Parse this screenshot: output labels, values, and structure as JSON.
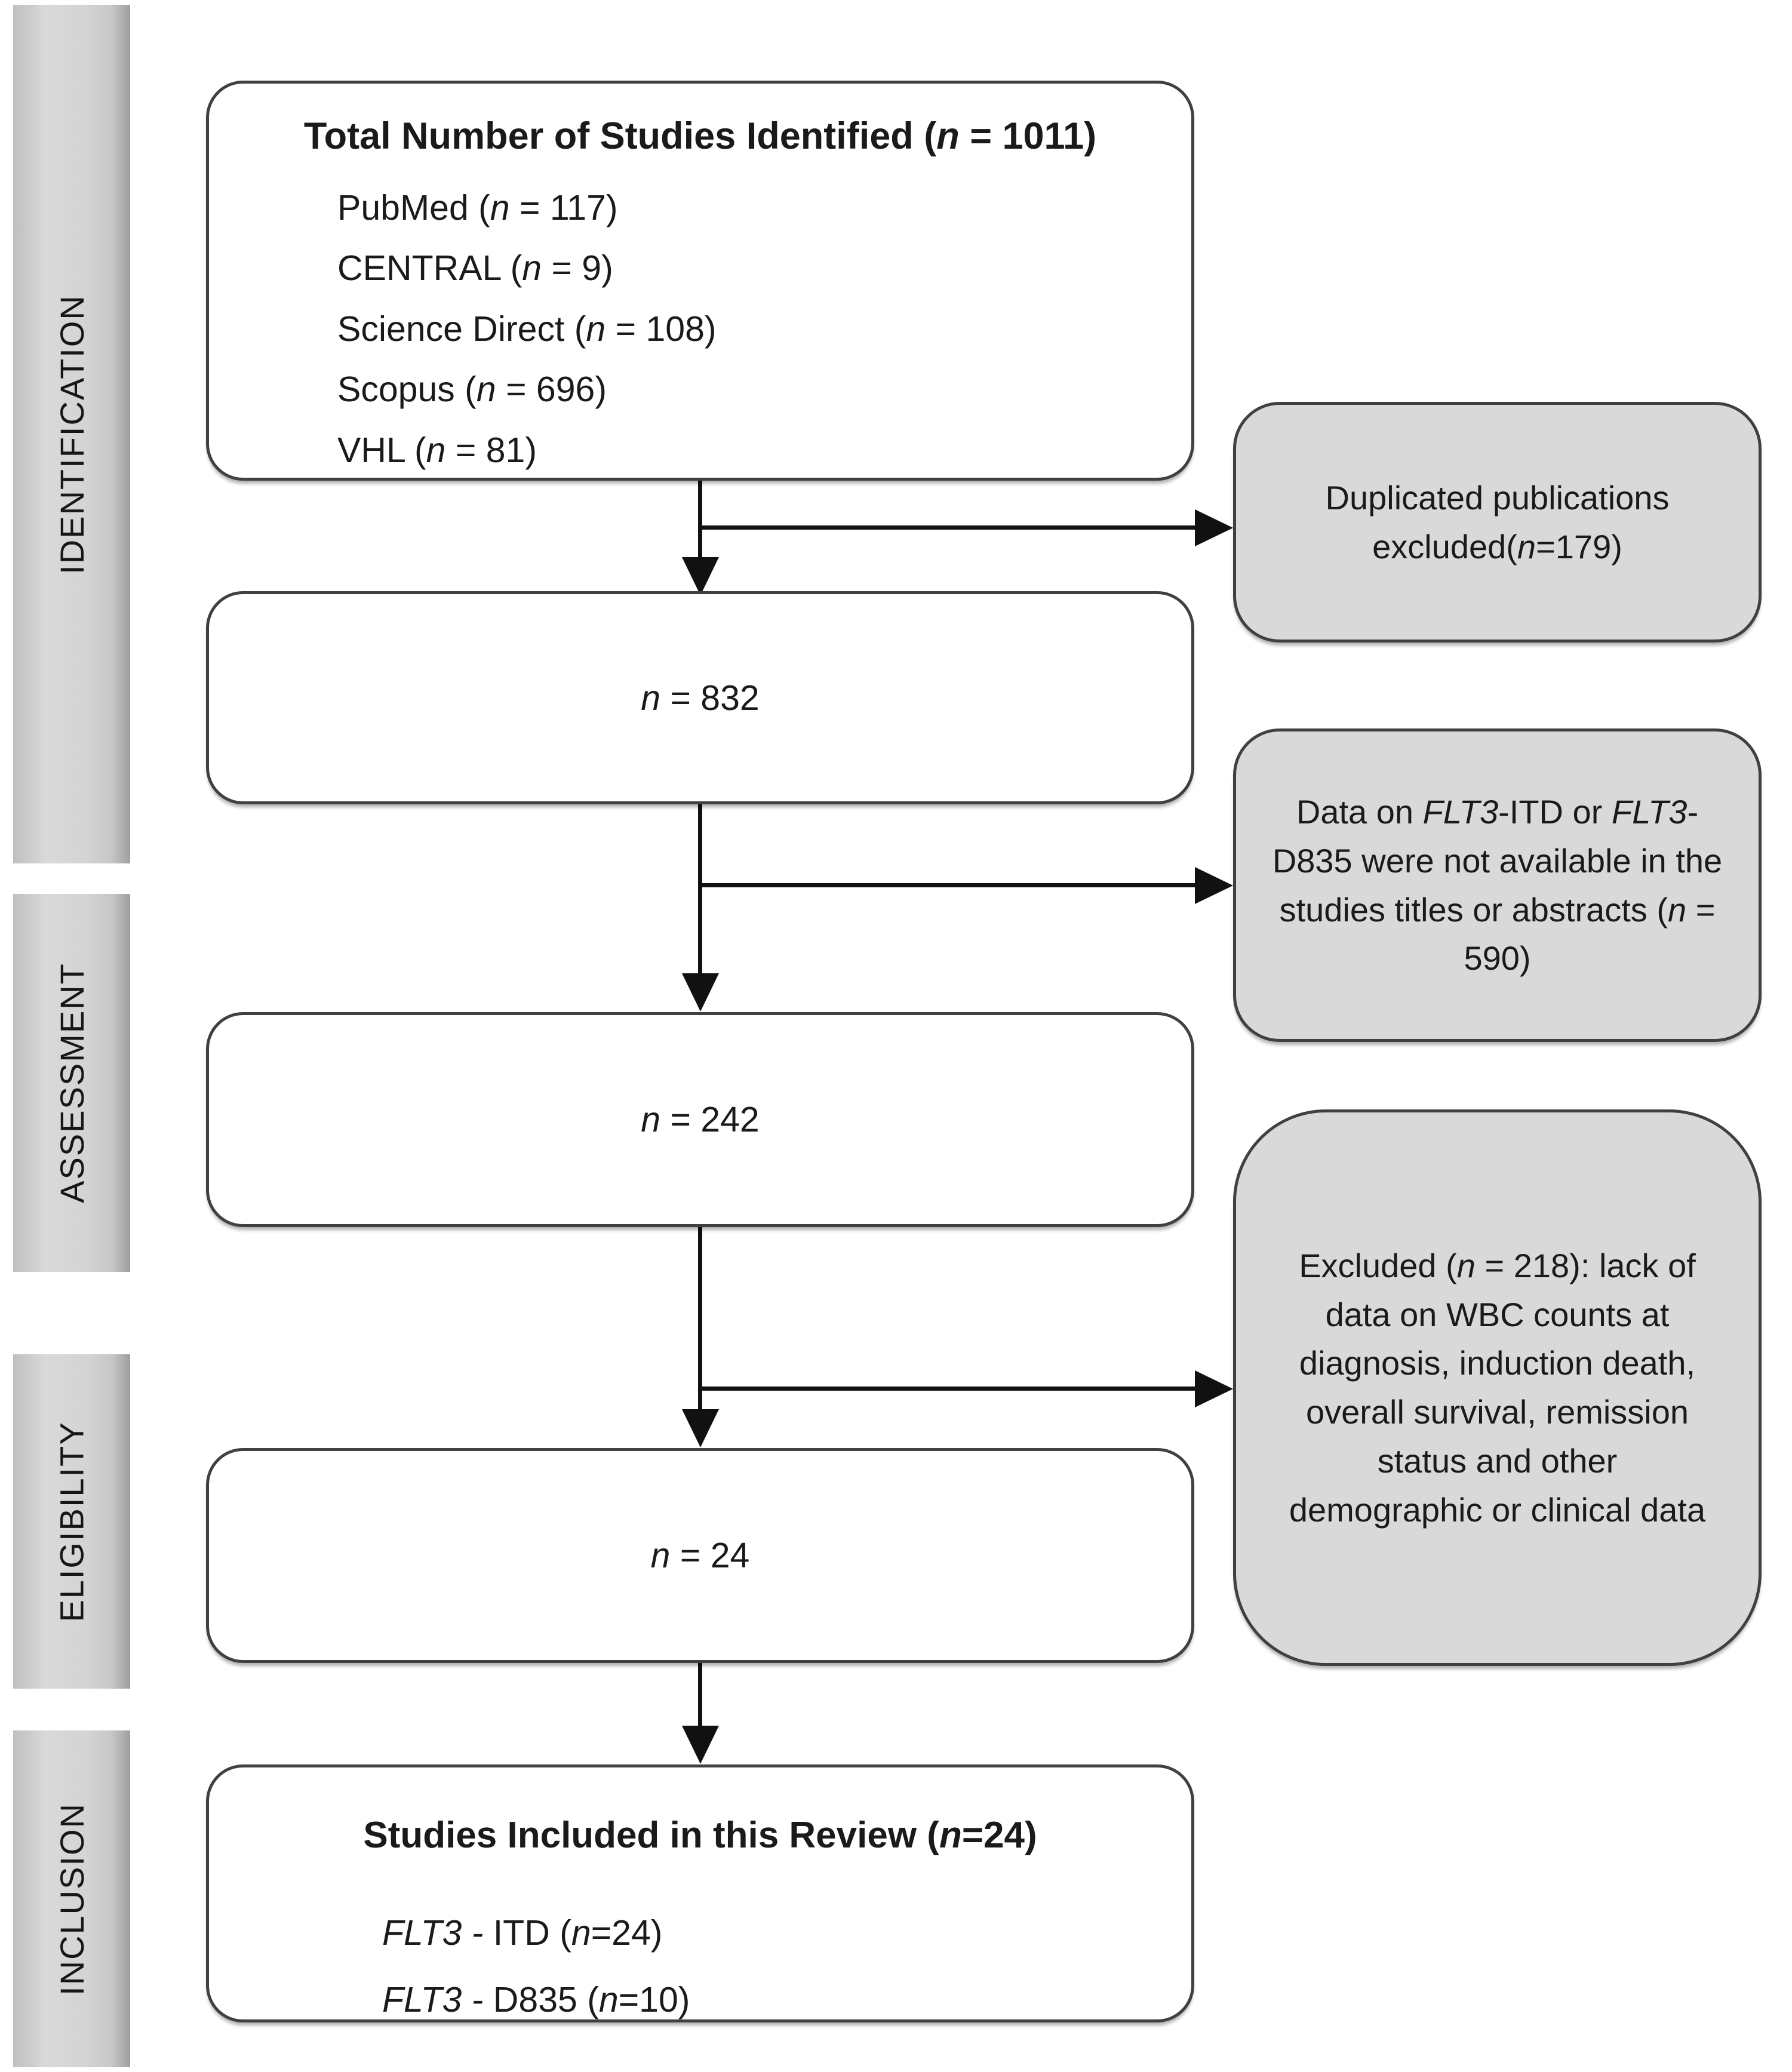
{
  "sidebar": {
    "bands": [
      {
        "label": "IDENTIFICATION"
      },
      {
        "label": "ASSESSMENT"
      },
      {
        "label": "ELIGIBILITY"
      },
      {
        "label": "INCLUSION"
      }
    ]
  },
  "flow": {
    "identified": {
      "title": "Total Number of Studies Identified (*n* = 1011)",
      "items": [
        "PubMed (*n* = 117)",
        "CENTRAL (*n* = 9)",
        "Science Direct (*n* = 108)",
        "Scopus (*n* = 696)",
        "VHL (*n* = 81)"
      ]
    },
    "after_duplicates": {
      "label": "*n* = 832"
    },
    "after_screening": {
      "label": "*n* = 242"
    },
    "after_eligibility": {
      "label": "*n* = 24"
    },
    "included": {
      "title": "Studies Included in this Review (*n*=24)",
      "items": [
        "*FLT3 -*  ITD (*n*=24)",
        "*FLT3 -*  D835 (*n*=10)"
      ]
    }
  },
  "exclusions": [
    {
      "text": "Duplicated publications excluded(*n*=179)"
    },
    {
      "text": "Data on *FLT3*-ITD or *FLT3*-D835 were not available in the studies titles or abstracts (*n* = 590)"
    },
    {
      "text": "Excluded (*n* = 218): lack of data on WBC counts at diagnosis, induction death, overall survival, remission status and other demographic or clinical data"
    }
  ],
  "colors": {
    "exclusion_box_fill": "#d9d9d9",
    "box_border": "#404040",
    "arrow": "#111111",
    "sidebar_band": "#c9c9c9"
  }
}
